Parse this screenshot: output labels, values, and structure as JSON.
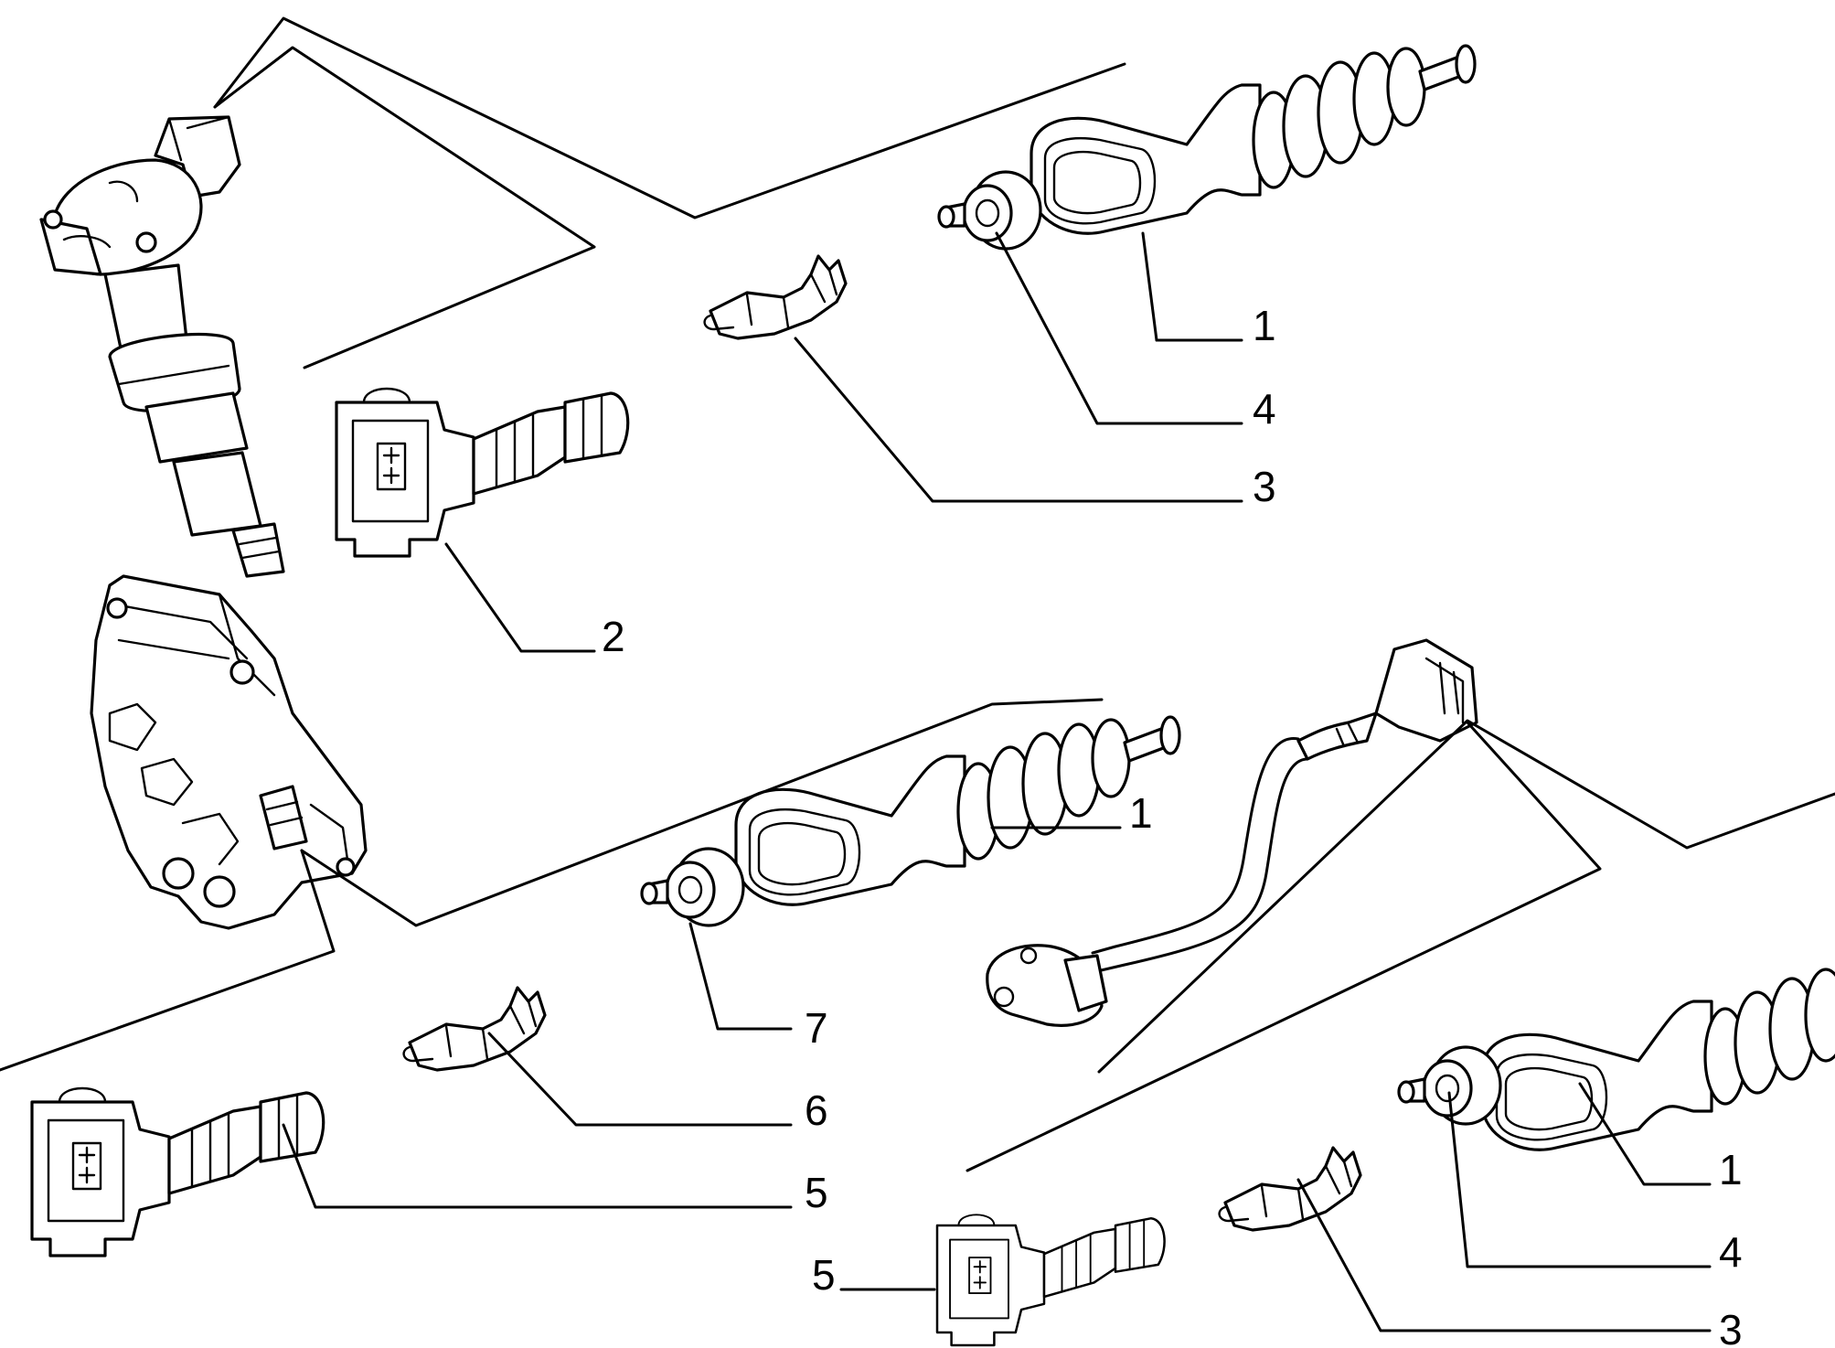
{
  "callouts": [
    {
      "id": "c1a",
      "text": "1"
    },
    {
      "id": "c4a",
      "text": "4"
    },
    {
      "id": "c3a",
      "text": "3"
    },
    {
      "id": "c2",
      "text": "2"
    },
    {
      "id": "c1b",
      "text": "1"
    },
    {
      "id": "c7",
      "text": "7"
    },
    {
      "id": "c6",
      "text": "6"
    },
    {
      "id": "c5a",
      "text": "5"
    },
    {
      "id": "c1c",
      "text": "1"
    },
    {
      "id": "c4b",
      "text": "4"
    },
    {
      "id": "c5b",
      "text": "5"
    },
    {
      "id": "c3b",
      "text": "3"
    }
  ],
  "colors": {
    "line": "#000000",
    "background": "#ffffff"
  }
}
